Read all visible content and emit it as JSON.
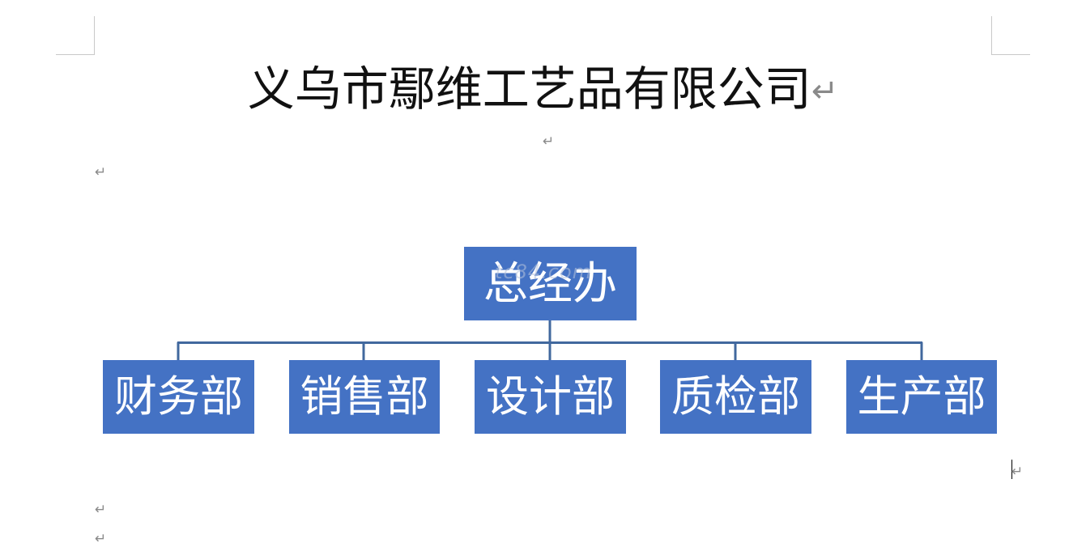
{
  "document": {
    "title": "义乌市鄢维工艺品有限公司",
    "paragraph_mark": "↵",
    "watermark": "tc84.com"
  },
  "org_chart": {
    "root": "总经办",
    "departments": [
      "财务部",
      "销售部",
      "设计部",
      "质检部",
      "生产部"
    ]
  },
  "colors": {
    "box_fill": "#4472c4",
    "connector": "#41689e",
    "box_text": "#ffffff"
  }
}
